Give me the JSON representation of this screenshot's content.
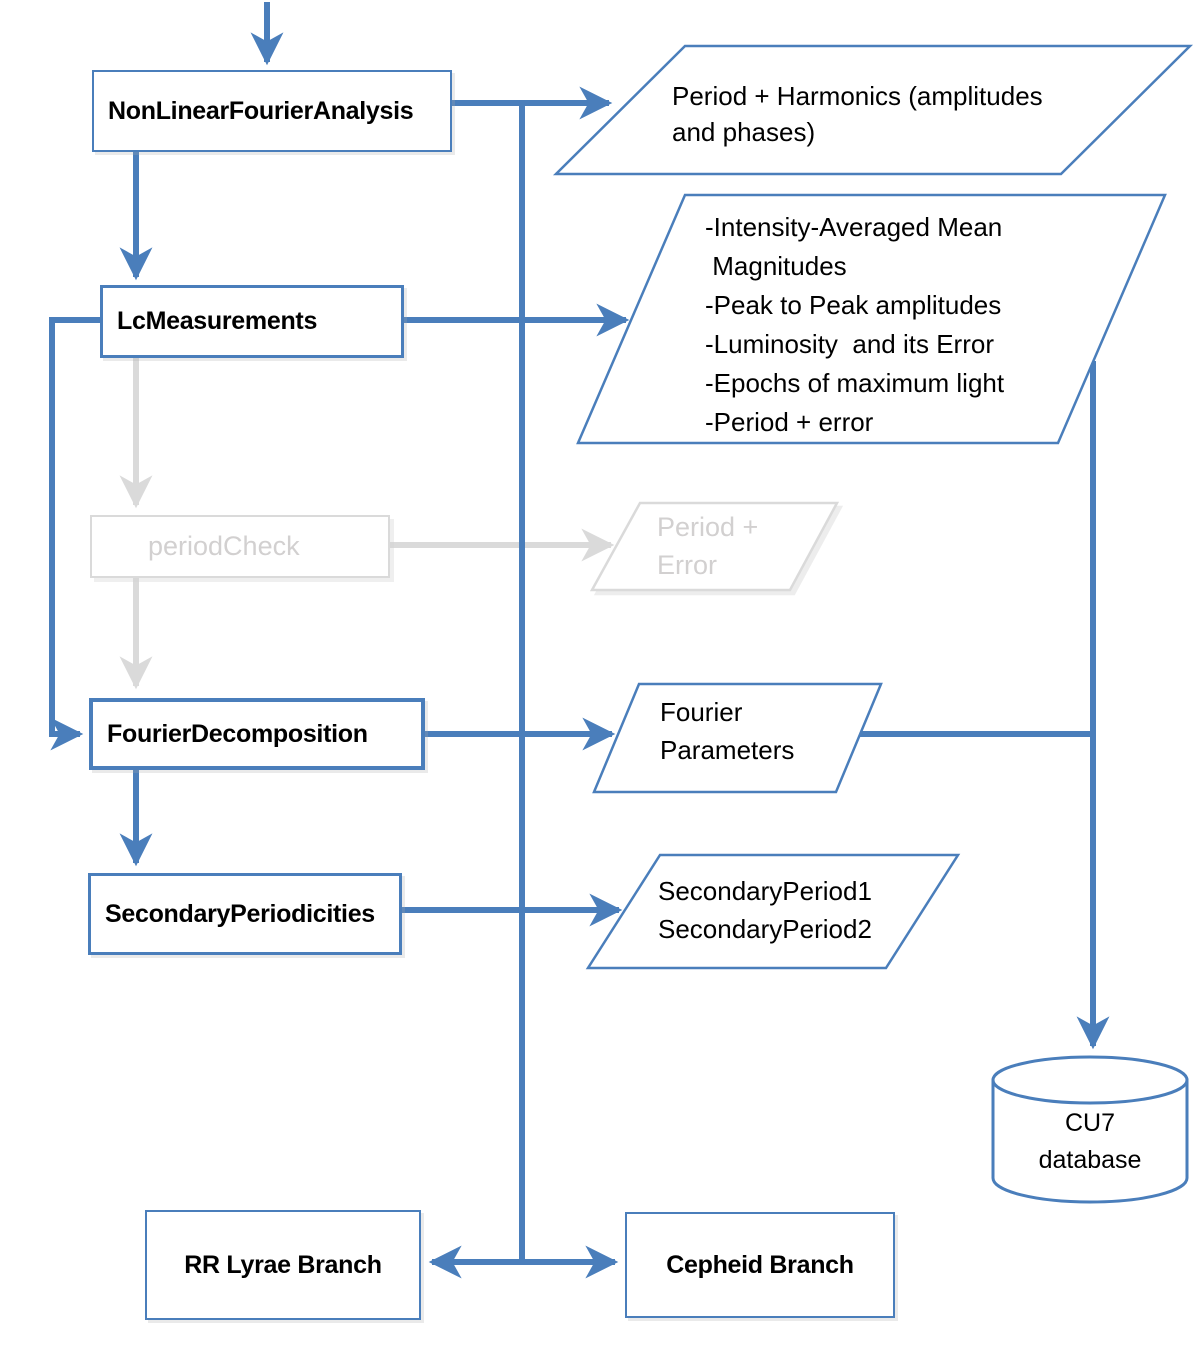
{
  "colors": {
    "connector_blue": "#4a7ebb",
    "disabled_gray": "#d9d9d9",
    "disabled_text": "#d2d0d0",
    "shape_fill": "#ffffff",
    "text": "#000000"
  },
  "flowchart": {
    "processes": {
      "nonlinear": {
        "label": "NonLinearFourierAnalysis"
      },
      "lc_measurements": {
        "label": "LcMeasurements"
      },
      "period_check": {
        "label": "periodCheck",
        "state": "disabled"
      },
      "fourier_decomposition": {
        "label": "FourierDecomposition"
      },
      "secondary_periodicities": {
        "label": "SecondaryPeriodicities"
      },
      "rr_lyrae_branch": {
        "label": "RR Lyrae Branch"
      },
      "cepheid_branch": {
        "label": "Cepheid Branch"
      }
    },
    "outputs": {
      "period_harmonics": {
        "text": "Period + Harmonics (amplitudes\nand phases)"
      },
      "lc_outputs": {
        "text": "-Intensity-Averaged Mean\n Magnitudes\n-Peak to Peak amplitudes\n-Luminosity  and its Error\n-Epochs of maximum light\n-Period + error"
      },
      "period_error": {
        "text": "Period +\nError",
        "state": "disabled"
      },
      "fourier_parameters": {
        "text": "Fourier\nParameters"
      },
      "secondary_periods": {
        "text": "SecondaryPeriod1\nSecondaryPeriod2"
      }
    },
    "database": {
      "text": "CU7\ndatabase"
    }
  }
}
